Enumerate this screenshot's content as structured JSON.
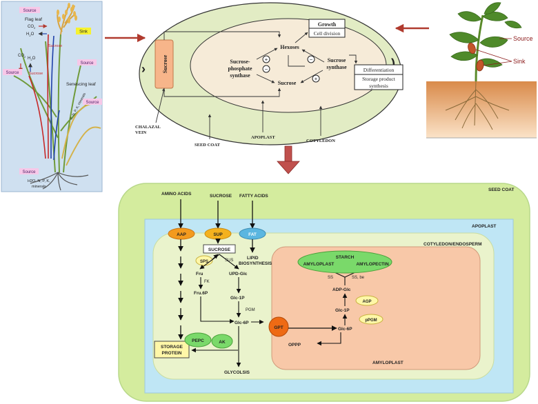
{
  "plant_panel": {
    "flag_leaf": "Flag leaf",
    "co2_a": "CO",
    "h2o_a": "H",
    "sink": "Sink",
    "source_top": "Source",
    "sucrose_stem": "Sucrose",
    "co2_b": "CO",
    "h2o_b": "H",
    "source_left": "Source",
    "source_right": "Source",
    "sucrose_mid": "Sucrose",
    "senescing_leaf": "Senescing leaf",
    "minerals_stem": "C, N, P, K, minerals",
    "source_lower": "Source",
    "source_root": "Source",
    "root_minerals_1": "H2O, N, P, K,",
    "root_minerals_2": "minerals"
  },
  "seed_panel": {
    "sucrose": "Sucrose",
    "hexoses": "Hexoses",
    "growth": "Growth",
    "cell_division": "Cell division",
    "sps_1": "Sucrose-",
    "sps_2": "phosphate",
    "sps_3": "synthase",
    "sucrose_inner": "Sucrose",
    "ss_1": "Sucrose",
    "ss_2": "synthase",
    "differentiation": "Differentiation",
    "storage_1": "Storage product",
    "storage_2": "synthesis",
    "plus": "+",
    "minus": "−",
    "chalazal_1": "CHALAZAL",
    "chalazal_2": "VEIN",
    "seed_coat": "SEED COAT",
    "apoplast": "APOPLAST",
    "cotyledon": "COTYLEDON"
  },
  "bean_panel": {
    "source": "Source",
    "sink": "Sink"
  },
  "pathway": {
    "seed_coat": "SEED COAT",
    "apoplast": "APOPLAST",
    "cotyledon": "COTYLEDON/ENDOSPERM",
    "amyloplast": "AMYLOPLAST",
    "amino_acids": "AMINO ACIDS",
    "sucrose_in": "SUCROSE",
    "fatty_acids": "FATTY ACIDS",
    "aap": "AAP",
    "sup": "SUP",
    "fat": "FAT",
    "sucrose_box": "SUCROSE",
    "sps": "SPS",
    "sus": "SUS",
    "lipid_1": "LIPID",
    "lipid_2": "BIOSYNTHESIS",
    "fru": "Fru",
    "fk": "FK",
    "fru6p": "Fru.6P",
    "udp_glc": "UPD-Glc",
    "glc1p": "Glc-1P",
    "pgm": "PGM",
    "glc6p": "Glc-6P",
    "gpt": "GPT",
    "oppp": "OPPP",
    "glc6p_amy": "Glc-6P",
    "glc1p_amy": "Glc-1P",
    "ppgm": "pPGM",
    "agp": "AGP",
    "adp_glc": "ADP-Glc",
    "ss": "SS",
    "ss_be": "SS, be",
    "starch": "STARCH",
    "amyloplast_lbl": "AMYLOPLAST",
    "amylopectin": "AMYLOPECTIN",
    "pepc": "PEPC",
    "ak": "AK",
    "storage_1": "STORAGE",
    "storage_2": "PROTEIN",
    "glycolysis": "GLYCOLSIS"
  },
  "colors": {
    "plant_bg": "#cfe0f0",
    "seed_outer": "#e2ecc4",
    "seed_inner": "#f6ebd8",
    "arrow_red": "#b03a2e",
    "big_arrow": "#c0504d",
    "pathway_outer": "#d4ec9e",
    "pathway_apoplast": "#bfe6f5",
    "pathway_cotyledon": "#eaf3cc",
    "amyloplast_fill": "#f8c8a8",
    "aap_fill": "#f39a1e",
    "fat_fill": "#5bb6e0",
    "gpt_fill": "#ee6a14",
    "green_node": "#7ad96a",
    "yellow_node": "#fff7a8"
  }
}
